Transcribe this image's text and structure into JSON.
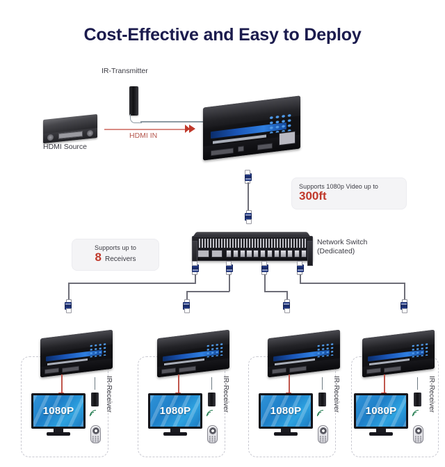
{
  "page": {
    "title": "Cost-Effective and Easy to Deploy",
    "background_color": "#ffffff",
    "title_color": "#1b1b4d"
  },
  "labels": {
    "ir_transmitter": "IR-Transmitter",
    "hdmi_source": "HDMI Source",
    "hdmi_in": "HDMI IN",
    "network_switch_line1": "Network Switch",
    "network_switch_line2": "(Dedicated)",
    "ir_receiver": "IR-Receiver",
    "resolution": "1080P"
  },
  "callouts": {
    "distance": {
      "top_text": "Supports 1080p Video up to",
      "value": "300ft",
      "value_color": "#c0392b"
    },
    "receivers": {
      "top_text": "Supports up to",
      "value": "8",
      "tail_text": "Receivers",
      "value_color": "#c0392b"
    }
  },
  "icons": {
    "rj45": "rj45-connector-icon",
    "ir_waves": "ir-signal-waves-icon",
    "remote": "remote-control-icon",
    "arrow": "arrow-icon"
  },
  "receiver_stations": [
    {
      "id": 1,
      "screen_text": "1080P",
      "ir_label": "IR-Receiver"
    },
    {
      "id": 2,
      "screen_text": "1080P",
      "ir_label": "IR-Receiver"
    },
    {
      "id": 3,
      "screen_text": "1080P",
      "ir_label": "IR-Receiver"
    },
    {
      "id": 4,
      "screen_text": "1080P",
      "ir_label": "IR-Receiver"
    }
  ]
}
